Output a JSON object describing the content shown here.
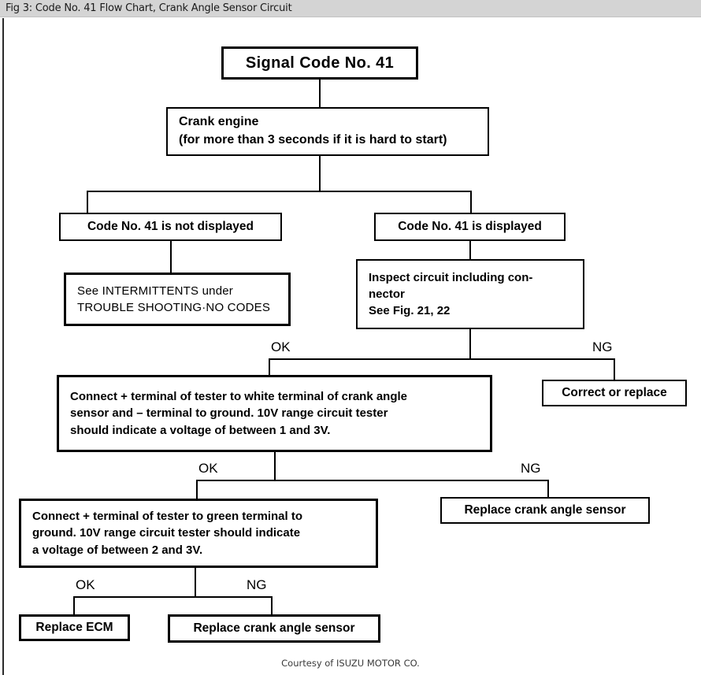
{
  "titlebar": {
    "caption": "Fig 3: Code No. 41 Flow Chart, Crank Angle Sensor Circuit"
  },
  "footer": {
    "credit": "Courtesy of ISUZU MOTOR CO."
  },
  "chart_data": {
    "type": "diagram",
    "title": "Signal Code No. 41",
    "nodes": [
      {
        "id": "start",
        "label": "Signal Code No. 41"
      },
      {
        "id": "crank",
        "label_line1": "Crank engine",
        "label_line2": "(for more than 3 seconds if it is hard to start)"
      },
      {
        "id": "not-displayed",
        "label": "Code No. 41  is not displayed"
      },
      {
        "id": "displayed",
        "label": "Code No. 41  is displayed"
      },
      {
        "id": "intermittents",
        "label_line1": "See INTERMITTENTS under",
        "label_line2": "TROUBLE SHOOTING·NO CODES"
      },
      {
        "id": "inspect",
        "label_line1": "Inspect  circuit  including  con-",
        "label_line2": "nector",
        "label_line3": "See Fig. 21, 22"
      },
      {
        "id": "correct",
        "label": "Correct or replace"
      },
      {
        "id": "white-terminal",
        "label_line1": "Connect  +  terminal of tester to white terminal of crank angle",
        "label_line2": "sensor and  –  terminal to ground.   10V range circuit tester",
        "label_line3": "should indicate a voltage of between 1 and 3V."
      },
      {
        "id": "replace-sensor-1",
        "label": "Replace crank angle sensor"
      },
      {
        "id": "green-terminal",
        "label_line1": "Connect  +  terminal of tester to green terminal to",
        "label_line2": "ground.   10V range circuit tester should indicate",
        "label_line3": "a voltage of between 2 and 3V."
      },
      {
        "id": "replace-ecm",
        "label": "Replace ECM"
      },
      {
        "id": "replace-sensor-2",
        "label": "Replace crank angle sensor"
      }
    ],
    "branch_labels": {
      "ok": "OK",
      "ng": "NG"
    },
    "edges": [
      {
        "from": "start",
        "to": "crank",
        "label": ""
      },
      {
        "from": "crank",
        "to": "not-displayed",
        "label": ""
      },
      {
        "from": "crank",
        "to": "displayed",
        "label": ""
      },
      {
        "from": "not-displayed",
        "to": "intermittents",
        "label": ""
      },
      {
        "from": "displayed",
        "to": "inspect",
        "label": ""
      },
      {
        "from": "inspect",
        "to": "white-terminal",
        "label": "OK"
      },
      {
        "from": "inspect",
        "to": "correct",
        "label": "NG"
      },
      {
        "from": "white-terminal",
        "to": "green-terminal",
        "label": "OK"
      },
      {
        "from": "white-terminal",
        "to": "replace-sensor-1",
        "label": "NG"
      },
      {
        "from": "green-terminal",
        "to": "replace-ecm",
        "label": "OK"
      },
      {
        "from": "green-terminal",
        "to": "replace-sensor-2",
        "label": "NG"
      }
    ]
  }
}
